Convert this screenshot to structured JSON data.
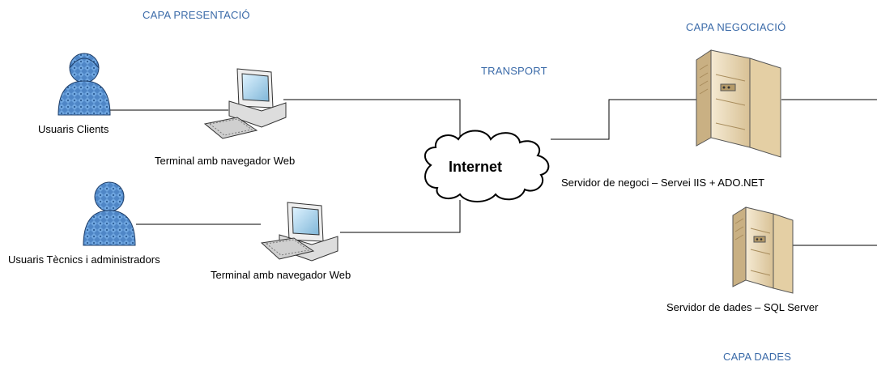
{
  "layers": {
    "presentation": "CAPA PRESENTACIÓ",
    "transport": "TRANSPORT",
    "business": "CAPA NEGOCIACIÓ",
    "data": "CAPA DADES"
  },
  "nodes": {
    "clients": "Usuaris Clients",
    "technicians": "Usuaris Tècnics i administradors",
    "terminal_top": "Terminal amb navegador Web",
    "terminal_bottom": "Terminal amb navegador Web",
    "internet": "Internet",
    "business_server": "Servidor de negoci – Servei IIS + ADO.NET",
    "data_server": "Servidor de dades – SQL Server"
  },
  "icons": {
    "user": "user-icon",
    "computer": "computer-icon",
    "cloud": "cloud-icon",
    "server": "server-icon"
  },
  "colors": {
    "layer_text": "#3a6aa8",
    "user_fill": "#4f86c6",
    "server_fill": "#e9d8b4"
  }
}
